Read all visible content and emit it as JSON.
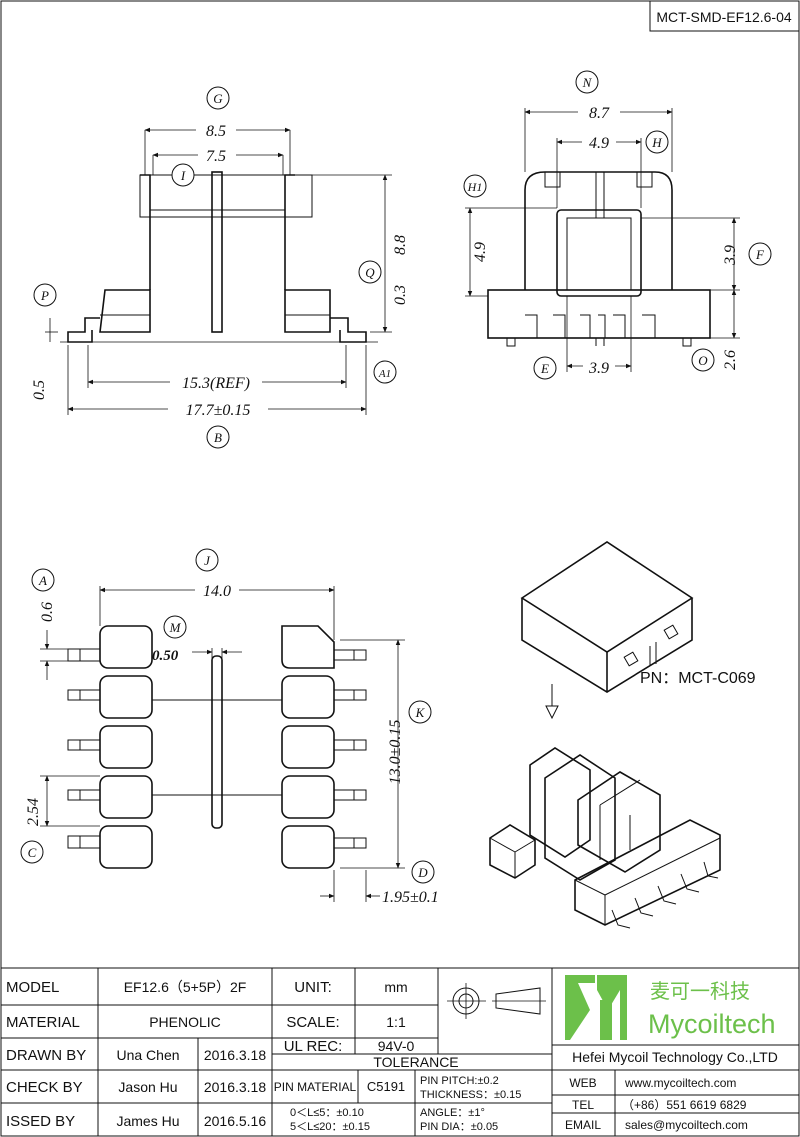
{
  "drawing_number": "MCT-SMD-EF12.6-04",
  "dimensions": {
    "top_front": {
      "G": "8.5",
      "inner": "7.5",
      "height": "8.8",
      "Q": "0.3",
      "ref": "15.3(REF)",
      "B": "17.7±0.15",
      "P": "0.5"
    },
    "top_side": {
      "N": "8.7",
      "H": "4.9",
      "H1": "4.9",
      "F": "3.9",
      "E": "3.9",
      "O": "2.6"
    },
    "bottom": {
      "J": "14.0",
      "A": "0.6",
      "M": "0.50",
      "K": "13.0±0.15",
      "C": "2.54",
      "D": "1.95±0.1"
    }
  },
  "letter_labels": [
    "G",
    "I",
    "P",
    "Q",
    "A1",
    "B",
    "N",
    "H",
    "H1",
    "F",
    "E",
    "O",
    "J",
    "A",
    "M",
    "K",
    "C",
    "D"
  ],
  "part_number": "PN：MCT-C069",
  "logo": {
    "cn": "麦可一科技",
    "en": "Mycoiltech"
  },
  "title_block": {
    "model_label": "MODEL",
    "model_value": "EF12.6（5+5P）2F",
    "unit_label": "UNIT:",
    "unit_value": "mm",
    "material_label": "MATERIAL",
    "material_value": "PHENOLIC",
    "scale_label": "SCALE:",
    "scale_value": "1:1",
    "drawn_label": "DRAWN BY",
    "drawn_name": "Una Chen",
    "drawn_date": "2016.3.18",
    "ul_label": "UL REC:",
    "ul_value": "94V-0",
    "tolerance_label": "TOLERANCE",
    "check_label": "CHECK BY",
    "check_name": "Jason Hu",
    "check_date": "2016.3.18",
    "pin_material_label": "PIN MATERIAL",
    "pin_material_value": "C5191",
    "tol_pitch": "PIN PITCH:±0.2",
    "tol_thickness": "THICKNESS：±0.15",
    "tol_angle": "ANGLE：±1°",
    "tol_pin_dia": "PIN DIA：±0.05",
    "issued_label": "ISSED BY",
    "issued_name": "James Hu",
    "issued_date": "2016.5.16",
    "tol_range1": "0＜L≤5：±0.10",
    "tol_range2": "5＜L≤20：±0.15",
    "company": "Hefei Mycoil Technology Co.,LTD",
    "web_label": "WEB",
    "web_value": "www.mycoiltech.com",
    "tel_label": "TEL",
    "tel_value": "（+86）551 6619 6829",
    "email_label": "EMAIL",
    "email_value": "sales@mycoiltech.com"
  },
  "colors": {
    "logo_green": "#6cc04a",
    "line": "#111111"
  }
}
